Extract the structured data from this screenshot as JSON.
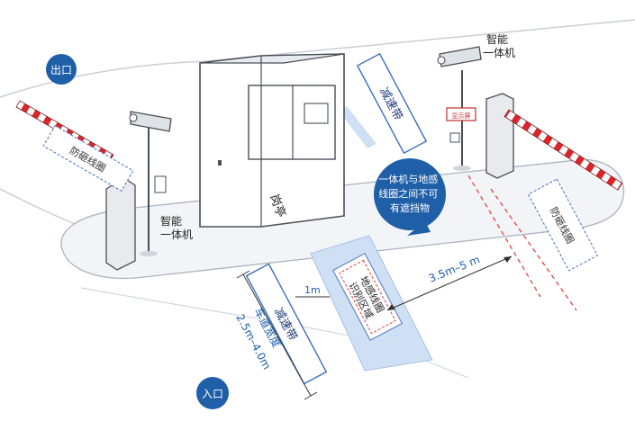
{
  "badges": {
    "exit": "出口",
    "entrance": "入口"
  },
  "booth": {
    "label": "岗亭"
  },
  "devices": {
    "camera_left": "智能\n一体机",
    "camera_right": "智能\n一体机",
    "display_sign": "显示屏"
  },
  "zones": {
    "speed_bump_top": "减速带",
    "speed_bump_bottom": "减速带",
    "anti_smash_left": "防砸线圈",
    "anti_smash_right": "防砸线圈",
    "loop_title": "地感线圈",
    "loop_zone": "识别区域"
  },
  "measurements": {
    "lane_width_label": "车道宽度",
    "lane_width_value": "2.5m–4.0m",
    "gap_1m": "1m",
    "distance": "3.5m–5 m"
  },
  "callout": {
    "text": "一体机与地感\n线圈之间不可\n有遮挡物",
    "color": "#1f5fa8"
  },
  "colors": {
    "accent_blue": "#1f5fa8",
    "barrier_red": "#d9252b",
    "dash_red": "#e05050"
  }
}
